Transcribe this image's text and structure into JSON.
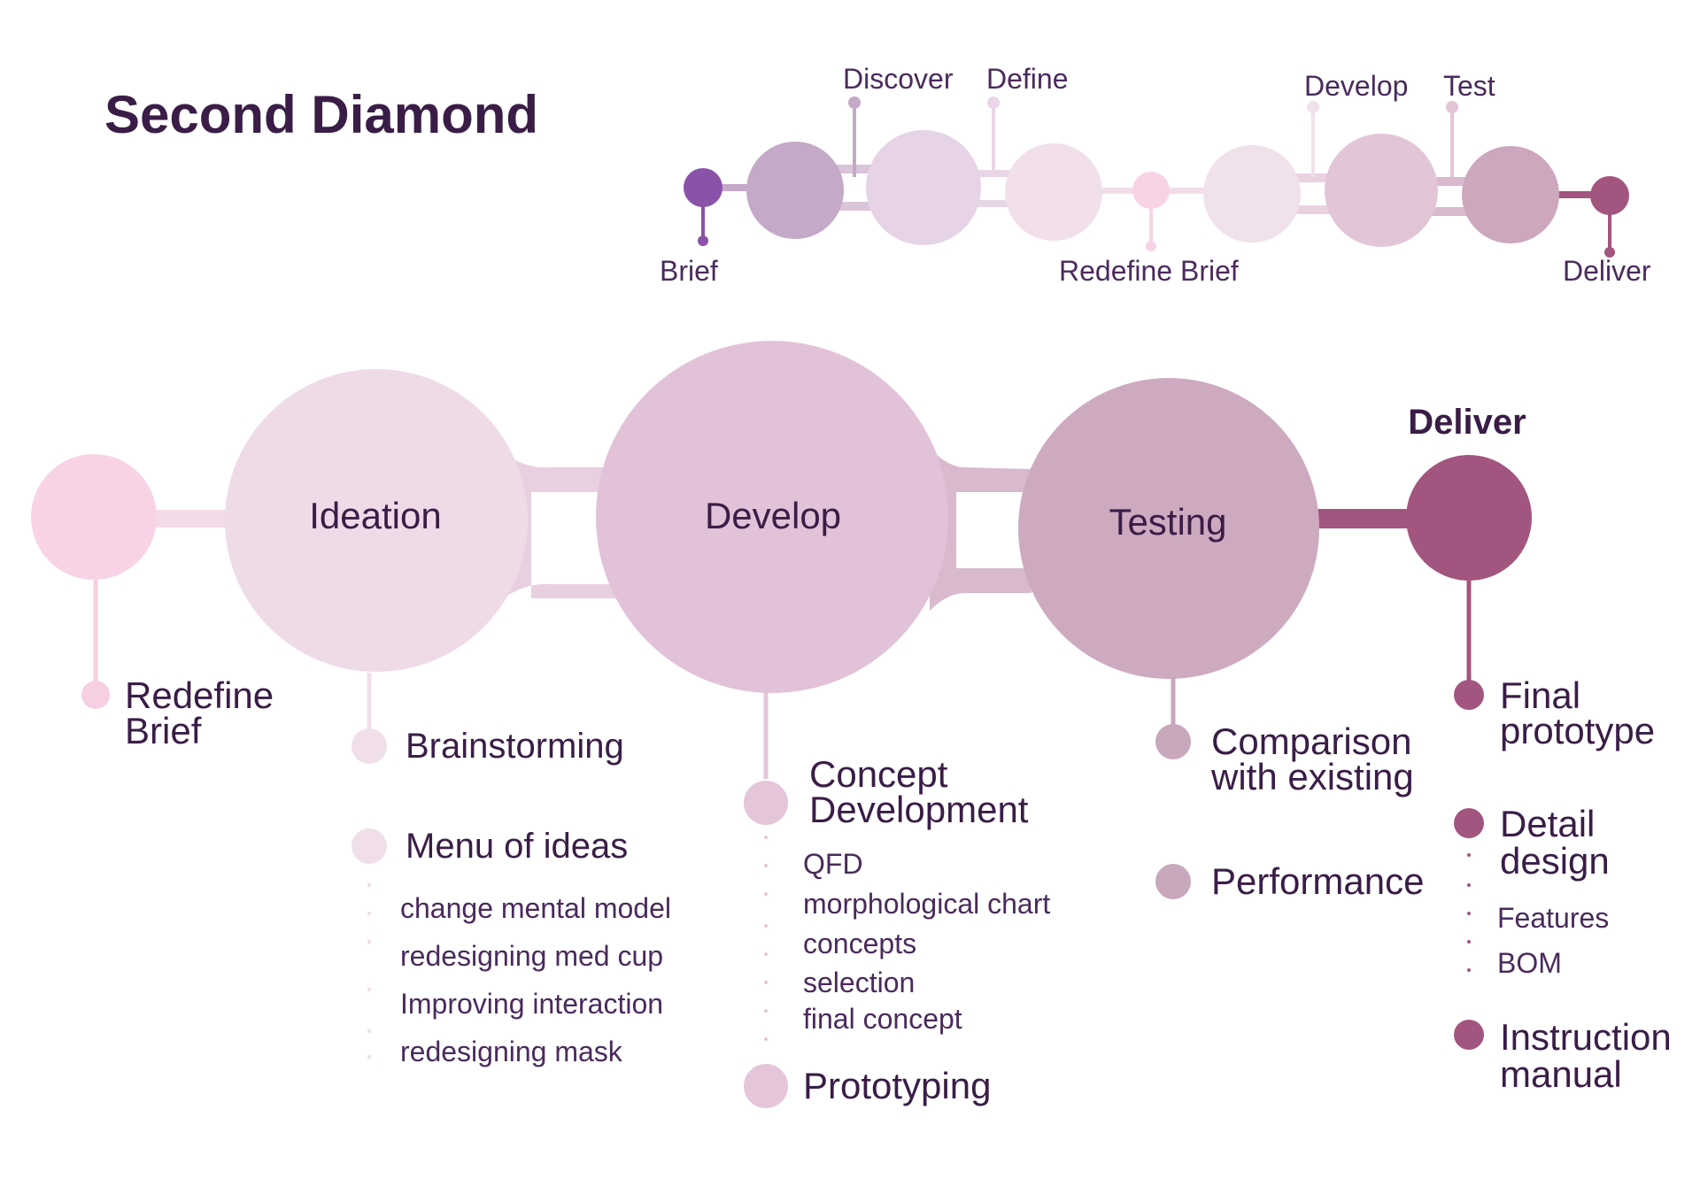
{
  "title": "Second Diamond",
  "colors": {
    "text_dark": "#3a1d47",
    "text_mid": "#4a2a5c",
    "brief": "#8a52a8",
    "discover": "#c5a9c8",
    "define": "#e6d3e6",
    "define_light": "#f1dfea",
    "redefine": "#f8d3e6",
    "ideation": "#eedbe7",
    "develop": "#e2c2d8",
    "testing": "#ceaac0",
    "deliver": "#a2557f"
  },
  "overview": {
    "labels": {
      "brief": "Brief",
      "discover": "Discover",
      "define": "Define",
      "redefine_brief": "Redefine Brief",
      "develop": "Develop",
      "test": "Test",
      "deliver": "Deliver"
    }
  },
  "stages": {
    "redefine": {
      "label_line1": "Redefine",
      "label_line2": "Brief"
    },
    "ideation": {
      "title": "Ideation",
      "item1": "Brainstorming",
      "item2": "Menu of ideas",
      "sub": [
        "change mental model",
        "redesigning med cup",
        "Improving interaction",
        "redesigning mask"
      ]
    },
    "develop": {
      "title": "Develop",
      "item1_line1": "Concept",
      "item1_line2": "Development",
      "sub": [
        "QFD",
        "morphological chart",
        "concepts",
        "selection",
        "final concept"
      ],
      "item2": "Prototyping"
    },
    "testing": {
      "title": "Testing",
      "item1_line1": "Comparison",
      "item1_line2": "with existing",
      "item2": "Performance"
    },
    "deliver": {
      "title": "Deliver",
      "item1_line1": "Final",
      "item1_line2": "prototype",
      "item2_line1": "Detail",
      "item2_line2": "design",
      "sub": [
        "Features",
        "BOM"
      ],
      "item3_line1": "Instruction",
      "item3_line2": "manual"
    }
  }
}
